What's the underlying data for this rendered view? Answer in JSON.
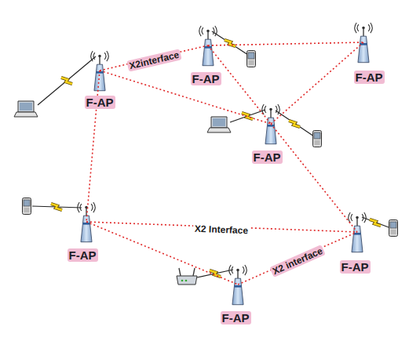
{
  "diagram": {
    "nodes": [
      {
        "text": [
          "F-AP"
        ]
      },
      {
        "text": [
          "F-AP"
        ]
      },
      {
        "text": [
          "F-AP"
        ]
      },
      {
        "text": [
          "F-AP"
        ]
      },
      {
        "text": [
          "F-AP"
        ]
      },
      {
        "text": [
          "F-AP"
        ]
      },
      {
        "text": [
          "F-AP"
        ]
      }
    ],
    "edges": [
      {
        "from": 0,
        "to": 1,
        "arrow": "none",
        "label": "X2interface"
      },
      {
        "from": 1,
        "to": 2,
        "arrow": "none"
      },
      {
        "from": 0,
        "to": 3,
        "arrow": "none"
      },
      {
        "from": 1,
        "to": 3,
        "arrow": "none"
      },
      {
        "from": 2,
        "to": 3,
        "arrow": "none"
      },
      {
        "from": 0,
        "to": 4,
        "arrow": "none"
      },
      {
        "from": 4,
        "to": 5,
        "arrow": "none",
        "label": "X2 Interface"
      },
      {
        "from": 4,
        "to": 6,
        "arrow": "none"
      },
      {
        "from": 6,
        "to": 5,
        "arrow": "none",
        "label": "X2 interface"
      },
      {
        "from": 3,
        "to": 5,
        "arrow": "none"
      }
    ]
  }
}
